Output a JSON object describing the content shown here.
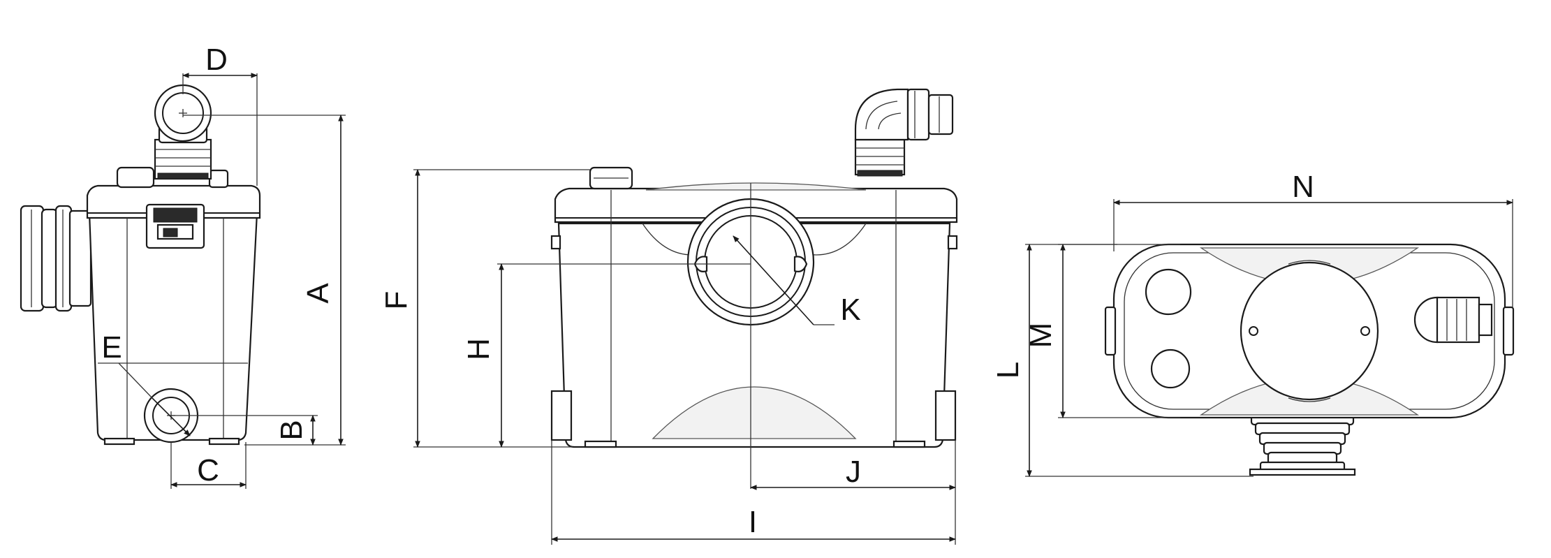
{
  "dimension_labels": {
    "A": "A",
    "B": "B",
    "C": "C",
    "D": "D",
    "E": "E",
    "F": "F",
    "H": "H",
    "I": "I",
    "J": "J",
    "K": "K",
    "L": "L",
    "M": "M",
    "N": "N"
  }
}
